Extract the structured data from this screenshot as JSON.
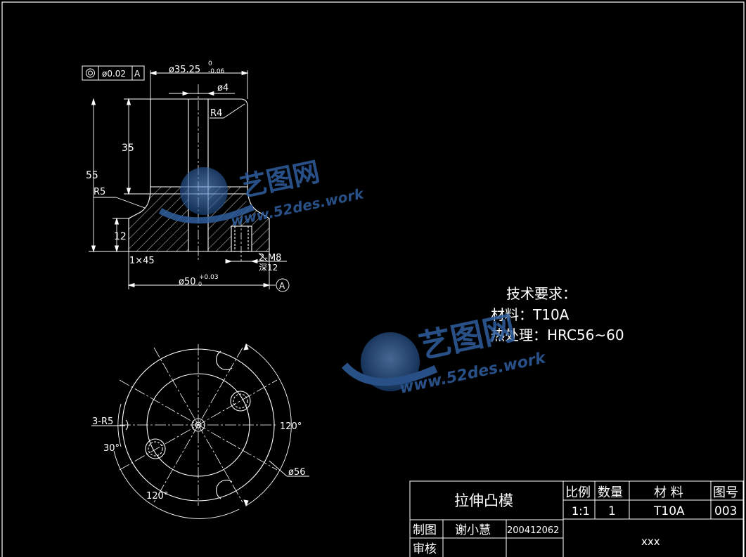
{
  "colors": {
    "background": "#000000",
    "line": "#ffffff",
    "watermark": "#2f5f9e"
  },
  "tolerance_frame": {
    "symbol_icon": "concentricity-icon",
    "value": "ø0.02",
    "datum": "A"
  },
  "front_view": {
    "dim_top_diameter": "ø35.25",
    "dim_top_upper_dev": "0",
    "dim_top_lower_dev": "-0.06",
    "dim_hole": "ø4",
    "dim_r4": "R4",
    "dim_35": "35",
    "dim_55": "55",
    "dim_r5": "R5",
    "dim_12": "12",
    "dim_chamfer": "1×45",
    "dim_thread": "2-M8",
    "dim_thread_depth": "深12",
    "dim_base_diameter": "ø50",
    "dim_base_lower_dev": "0",
    "dim_base_upper_dev": "+0.03",
    "datum_label": "A"
  },
  "tech_requirements": {
    "title": "技术要求：",
    "material_line": "材料：T10A",
    "heat_line": "热处理：HRC56~60"
  },
  "top_view": {
    "dim_3r5": "3-R5",
    "dim_30": "30°",
    "dim_120_right": "120°",
    "dim_120_bottom": "120°",
    "dim_56": "ø56"
  },
  "watermarks": [
    {
      "title": "艺图网",
      "url": "www.52des.work"
    },
    {
      "title": "艺图网",
      "url": "www.52des.work"
    }
  ],
  "title_block": {
    "part_name": "拉伸凸模",
    "scale_header": "比例",
    "qty_header": "数量",
    "material_header": "材 料",
    "drawing_no_header": "图号",
    "scale": "1:1",
    "qty": "1",
    "material": "T10A",
    "drawing_no": "003",
    "drawn_label": "制图",
    "drawn_name": "谢小慧",
    "drawn_id": "200412062",
    "checked_label": "审核",
    "org": "xxx"
  }
}
